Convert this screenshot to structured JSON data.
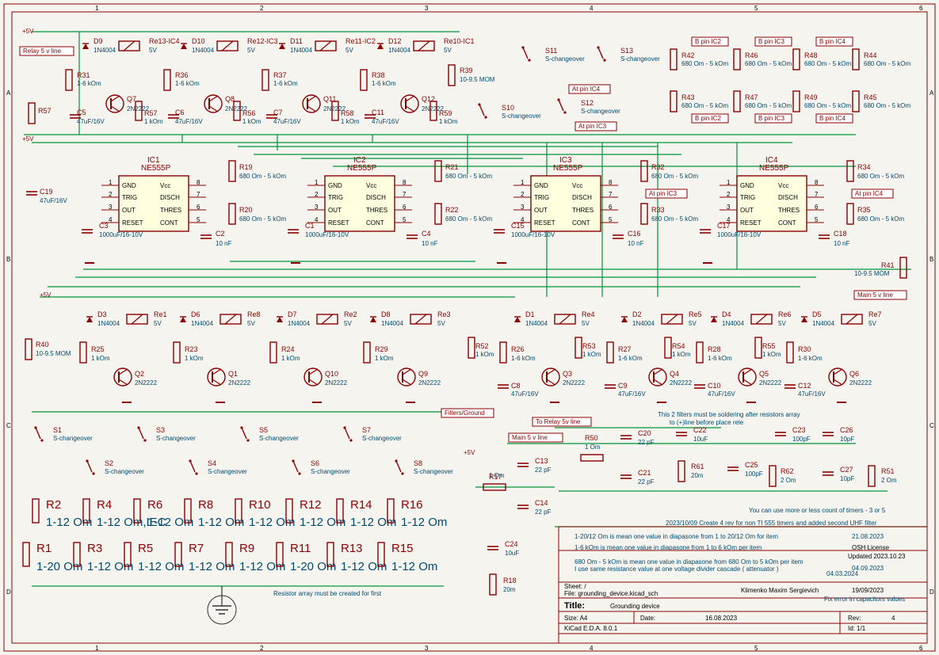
{
  "sheet": {
    "col_markers": [
      "1",
      "2",
      "3",
      "4",
      "5",
      "6"
    ],
    "row_markers": [
      "A",
      "B",
      "C",
      "D"
    ]
  },
  "rails": {
    "top_5v": "+5V",
    "mid_5v": "+5V",
    "low_5v": "+5V",
    "filter_5v": "+5V"
  },
  "labels": {
    "relay_5v_line": "Relay 5 v line",
    "main_5v_line_right": "Main 5 v line",
    "filters_ground": "Filters/Ground",
    "to_relay_5v_line": "To Relay 5v line",
    "main_5v_line_filter": "Main 5 v line",
    "at_pin_ic4_top": "At pin IC4",
    "at_pin_ic3_top": "At pin IC3",
    "at_pin_ic3_mid": "At pin IC3",
    "at_pin_ic4_mid": "At pin IC4",
    "b_pin_ic2": "B pin IC2",
    "b_pin_ic3": "B pin IC3",
    "b_pin_ic4": "B pin IC4",
    "b6_pin_ic2": "B pin IC2",
    "b6_pin_ic3": "B pin IC3",
    "b6_pin_ic4": "B pin IC4"
  },
  "relay_row_top": [
    {
      "diode": "D9",
      "dval": "1N4004",
      "relay": "Re13-IC4",
      "rval": "5V",
      "res": "R31",
      "resval": "1-6 kOm",
      "tr": "Q7",
      "trval": "2N2222",
      "cap": "C5",
      "capval": "47uF/16V",
      "res2": "R57",
      "res2val": "1 kOm"
    },
    {
      "diode": "D10",
      "dval": "1N4004",
      "relay": "Re12-IC3",
      "rval": "5V",
      "res": "R36",
      "resval": "1-6 kOm",
      "tr": "Q8",
      "trval": "2N2222",
      "cap": "C6",
      "capval": "47uF/16V",
      "res2": "R56",
      "res2val": "1 kOm"
    },
    {
      "diode": "D11",
      "dval": "1N4004",
      "relay": "Re11-IC2",
      "rval": "5V",
      "res": "R37",
      "resval": "1-6 kOm",
      "tr": "Q11",
      "trval": "2N2222",
      "cap": "C7",
      "capval": "47uF/16V",
      "res2": "R58",
      "res2val": "1 kOm"
    },
    {
      "diode": "D12",
      "dval": "1N4004",
      "relay": "Re10-IC1",
      "rval": "5V",
      "res": "R38",
      "resval": "1-6 kOm",
      "tr": "Q12",
      "trval": "2N2222",
      "cap": "C11",
      "capval": "47uF/16V",
      "res2": "R59",
      "res2val": "1 kOm"
    }
  ],
  "r39": {
    "ref": "R39",
    "val": "10-9.5 MOM"
  },
  "switches_top": [
    {
      "ref": "S11",
      "val": "S-changeover"
    },
    {
      "ref": "S13",
      "val": "S-changeover"
    },
    {
      "ref": "S10",
      "val": "S-changeover"
    },
    {
      "ref": "S12",
      "val": "S-changeover"
    }
  ],
  "res_array_top": [
    {
      "ref": "R42",
      "val": "680 Om - 5 kOm"
    },
    {
      "ref": "R43",
      "val": "680 Om - 5 kOm"
    },
    {
      "ref": "R46",
      "val": "680 Om - 5 kOm"
    },
    {
      "ref": "R47",
      "val": "680 Om - 5 kOm"
    },
    {
      "ref": "R48",
      "val": "680 Om - 5 kOm"
    },
    {
      "ref": "R49",
      "val": "680 Om - 5 kOm"
    },
    {
      "ref": "R44",
      "val": "680 Om - 5 kOm"
    },
    {
      "ref": "R45",
      "val": "680 Om - 5 kOm"
    }
  ],
  "timers": [
    {
      "ref": "IC1",
      "part": "NE555P"
    },
    {
      "ref": "IC2",
      "part": "NE555P"
    },
    {
      "ref": "IC3",
      "part": "NE555P"
    },
    {
      "ref": "IC4",
      "part": "NE555P"
    }
  ],
  "ic_pins_left": [
    "GND",
    "TRIG",
    "OUT",
    "RESET"
  ],
  "ic_pins_right": [
    "Vcc",
    "DISCH",
    "THRES",
    "CONT"
  ],
  "ic_pin_nums_left": [
    "1",
    "2",
    "3",
    "4"
  ],
  "ic_pin_nums_right": [
    "8",
    "7",
    "6",
    "5"
  ],
  "timer_parts": [
    {
      "rA": "R19",
      "rAval": "680 Om - 5 kOm",
      "rB": "R20",
      "rBval": "680 Om - 5 kOm",
      "cT": "C3",
      "cTval": "1000uF/16-10V",
      "cC": "C2",
      "cCval": "10 nF"
    },
    {
      "rA": "R21",
      "rAval": "680 Om - 5 kOm",
      "rB": "R22",
      "rBval": "680 Om - 5 kOm",
      "cT": "C1",
      "cTval": "1000uF/16-10V",
      "cC": "C4",
      "cCval": "10 nF"
    },
    {
      "rA": "R32",
      "rAval": "680 Om - 5 kOm",
      "rB": "R33",
      "rBval": "680 Om - 5 kOm",
      "cT": "C15",
      "cTval": "1000uF/16-10V",
      "cC": "C16",
      "cCval": "10 nF"
    },
    {
      "rA": "R34",
      "rAval": "680 Om - 5 kOm",
      "rB": "R35",
      "rBval": "680 Om - 5 kOm",
      "cT": "C17",
      "cTval": "1000uF/16-10V",
      "cC": "C18",
      "cCval": "10 nF"
    }
  ],
  "c19": {
    "ref": "C19",
    "val": "47uF/16V"
  },
  "r41": {
    "ref": "R41",
    "val": "10-9.5 MOM"
  },
  "r40": {
    "ref": "R40",
    "val": "10-9.5 MOM"
  },
  "relay_row_mid": [
    {
      "diode": "D3",
      "dval": "1N4004",
      "relay": "Re1",
      "rval": "5V",
      "res": "R25",
      "resval": "1 kOm",
      "tr": "Q2",
      "trval": "2N2222"
    },
    {
      "diode": "D6",
      "dval": "1N4004",
      "relay": "Re8",
      "rval": "5V",
      "res": "R23",
      "resval": "1 kOm",
      "tr": "Q1",
      "trval": "2N2222"
    },
    {
      "diode": "D7",
      "dval": "1N4004",
      "relay": "Re2",
      "rval": "5V",
      "res": "R24",
      "resval": "1 kOm",
      "tr": "Q10",
      "trval": "2N2222"
    },
    {
      "diode": "D8",
      "dval": "1N4004",
      "relay": "Re3",
      "rval": "5V",
      "res": "R29",
      "resval": "1 kOm",
      "tr": "Q9",
      "trval": "2N2222"
    },
    {
      "diode": "D1",
      "dval": "1N4004",
      "relay": "Re4",
      "rval": "5V",
      "res": "R26",
      "resval": "1-6 kOm",
      "tr": "Q3",
      "trval": "2N2222",
      "cap": "C8",
      "capval": "47uF/16V",
      "res2": "R52",
      "res2val": "1 kOm"
    },
    {
      "diode": "D2",
      "dval": "1N4004",
      "relay": "Re5",
      "rval": "5V",
      "res": "R27",
      "resval": "1-6 kOm",
      "tr": "Q4",
      "trval": "2N2222",
      "cap": "C9",
      "capval": "47uF/16V",
      "res2": "R53",
      "res2val": "1 kOm"
    },
    {
      "diode": "D4",
      "dval": "1N4004",
      "relay": "Re6",
      "rval": "5V",
      "res": "R28",
      "resval": "1-6 kOm",
      "tr": "Q5",
      "trval": "2N2222",
      "cap": "C10",
      "capval": "47uF/16V",
      "res2": "R54",
      "res2val": "1 kOm"
    },
    {
      "diode": "D5",
      "dval": "1N4004",
      "relay": "Re7",
      "rval": "5V",
      "res": "R30",
      "resval": "1-6 kOm",
      "tr": "Q6",
      "trval": "2N2222",
      "cap": "C12",
      "capval": "47uF/16V",
      "res2": "R55",
      "res2val": "1 kOm"
    }
  ],
  "switches_bottom": [
    {
      "ref": "S1",
      "val": "S-changeover"
    },
    {
      "ref": "S2",
      "val": "S-changeover"
    },
    {
      "ref": "S3",
      "val": "S-changeover"
    },
    {
      "ref": "S4",
      "val": "S-changeover"
    },
    {
      "ref": "S5",
      "val": "S-changeover"
    },
    {
      "ref": "S6",
      "val": "S-changeover"
    },
    {
      "ref": "S7",
      "val": "S-changeover"
    },
    {
      "ref": "S8",
      "val": "S-changeover"
    }
  ],
  "ground_res_top": [
    {
      "ref": "R2",
      "val": "1-12 Om"
    },
    {
      "ref": "R4",
      "val": "1-12 Om,IEC"
    },
    {
      "ref": "R6",
      "val": "1-12 Om"
    },
    {
      "ref": "R8",
      "val": "1-12 Om"
    },
    {
      "ref": "R10",
      "val": "1-12 Om"
    },
    {
      "ref": "R12",
      "val": "1-12 Om"
    },
    {
      "ref": "R14",
      "val": "1-12 Om"
    },
    {
      "ref": "R16",
      "val": "1-12 Om"
    }
  ],
  "ground_res_bot": [
    {
      "ref": "R1",
      "val": "1-20 Om"
    },
    {
      "ref": "R3",
      "val": "1-12 Om"
    },
    {
      "ref": "R5",
      "val": "1-12 Om"
    },
    {
      "ref": "R7",
      "val": "1-12 Om"
    },
    {
      "ref": "R9",
      "val": "1-12 Om"
    },
    {
      "ref": "R11",
      "val": "1-20 Om"
    },
    {
      "ref": "R13",
      "val": "1-12 Om"
    },
    {
      "ref": "R15",
      "val": "1-12 Om"
    }
  ],
  "note_resistor_array": "Resistor array must be created for first",
  "filter": {
    "r17": {
      "ref": "R17",
      "val": "1 Om"
    },
    "r18": {
      "ref": "R18",
      "val": "20m"
    },
    "r50": {
      "ref": "R50",
      "val": "1 Om"
    },
    "r61": {
      "ref": "R61",
      "val": "20m"
    },
    "r62": {
      "ref": "R62",
      "val": "2 Om"
    },
    "r51": {
      "ref": "R51",
      "val": "2 Om"
    },
    "c13": {
      "ref": "C13",
      "val": "22 pF"
    },
    "c14": {
      "ref": "C14",
      "val": "22 pF"
    },
    "c24": {
      "ref": "C24",
      "val": "10uF"
    },
    "c20": {
      "ref": "C20",
      "val": "22 pF"
    },
    "c21": {
      "ref": "C21",
      "val": "22 pF"
    },
    "c22": {
      "ref": "C22",
      "val": "10uF"
    },
    "c23": {
      "ref": "C23",
      "val": "100pF"
    },
    "c25": {
      "ref": "C25",
      "val": "100pF"
    },
    "c26": {
      "ref": "C26",
      "val": "10pF"
    },
    "c27": {
      "ref": "C27",
      "val": "10pF"
    }
  },
  "notes": {
    "filters_note1": "This 2 filters must be soldering after resistors array",
    "filters_note2": "to (+)line before place rele",
    "timers_note": "You can use more or less count of timers - 3 or 5",
    "rev_note": "2023/10/09 Create 4 rev for non TI 555 timers and added second UHF filter",
    "desc1": "1-20/12 Om is mean one value in diapasone from 1 to 20/12 Om for item",
    "desc1_date": "21.08.2023",
    "desc2": "1-6 kOm is mean one value in diapasone from 1 to 6 kOm per item",
    "license": "OSH License",
    "updated": "Updated 2023.10.23",
    "desc3": "680 Om - 5 kOm is mean one value in diapasone from 680 Om to 5 kOm per item",
    "desc3_date": "04.09.2023",
    "desc4": "I use same resistance value at one voltage divider cascade ( attenuator )",
    "desc4_date": "04.03.2024"
  },
  "title_block": {
    "sheet_label": "Sheet: /",
    "file_label": "File: grounding_device.kicad_sch",
    "author": "Klimenko Maxim Sergievich",
    "author_date": "19/09/2023",
    "fix_note": "Fix error in capacitors values",
    "title_label": "Title:",
    "title_value": "Grounding device",
    "size": "Size: A4",
    "date_label": "Date:",
    "date_value": "16.08.2023",
    "rev_label": "Rev:",
    "rev_value": "4",
    "kicad": "KiCad E.D.A. 8.0.1",
    "id": "Id: 1/1"
  }
}
